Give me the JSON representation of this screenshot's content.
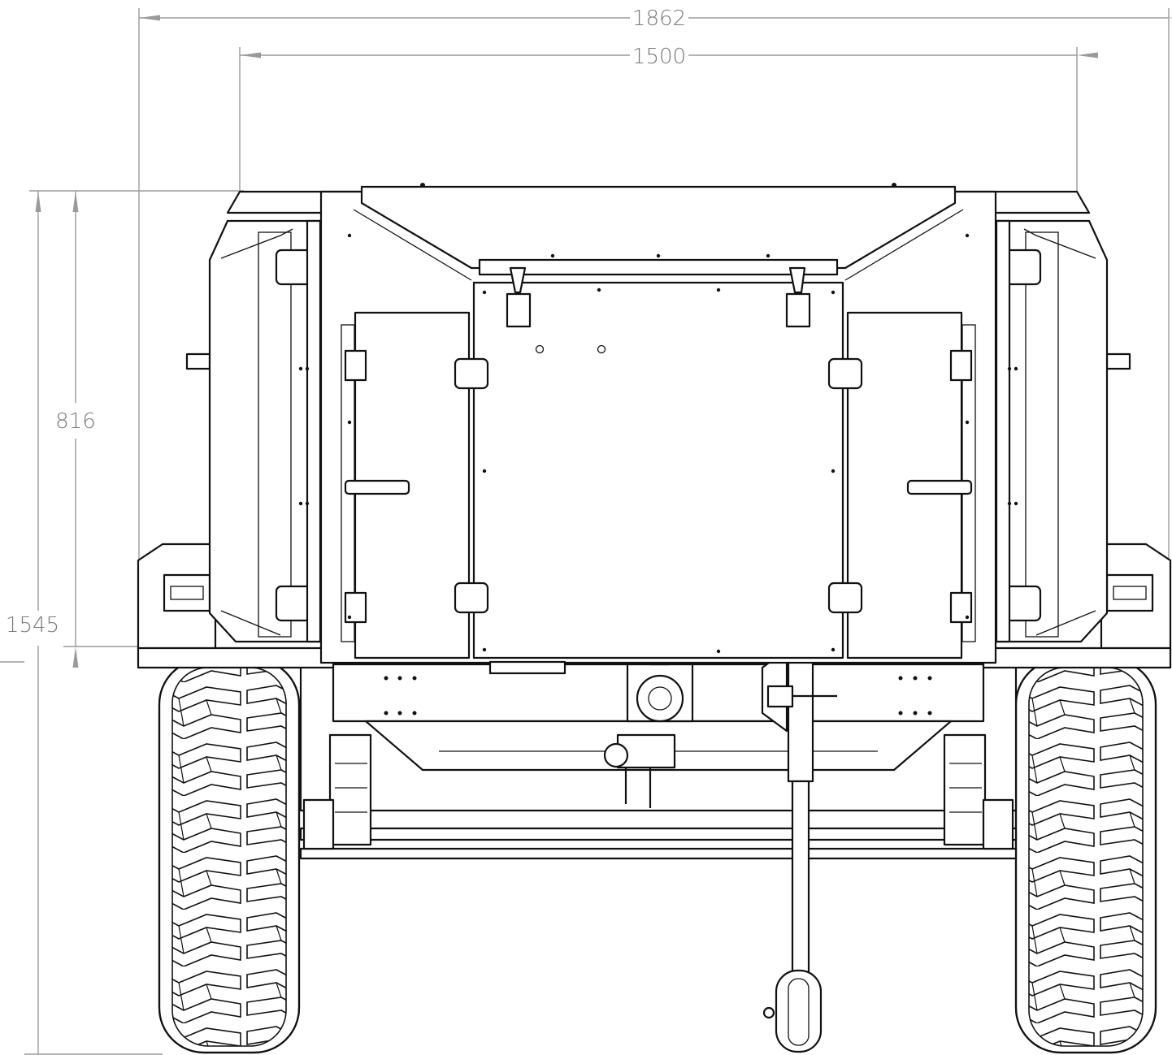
{
  "dimensions": {
    "overall_width": "1862",
    "track_width": "1500",
    "body_height": "816",
    "overall_height": "1545"
  }
}
